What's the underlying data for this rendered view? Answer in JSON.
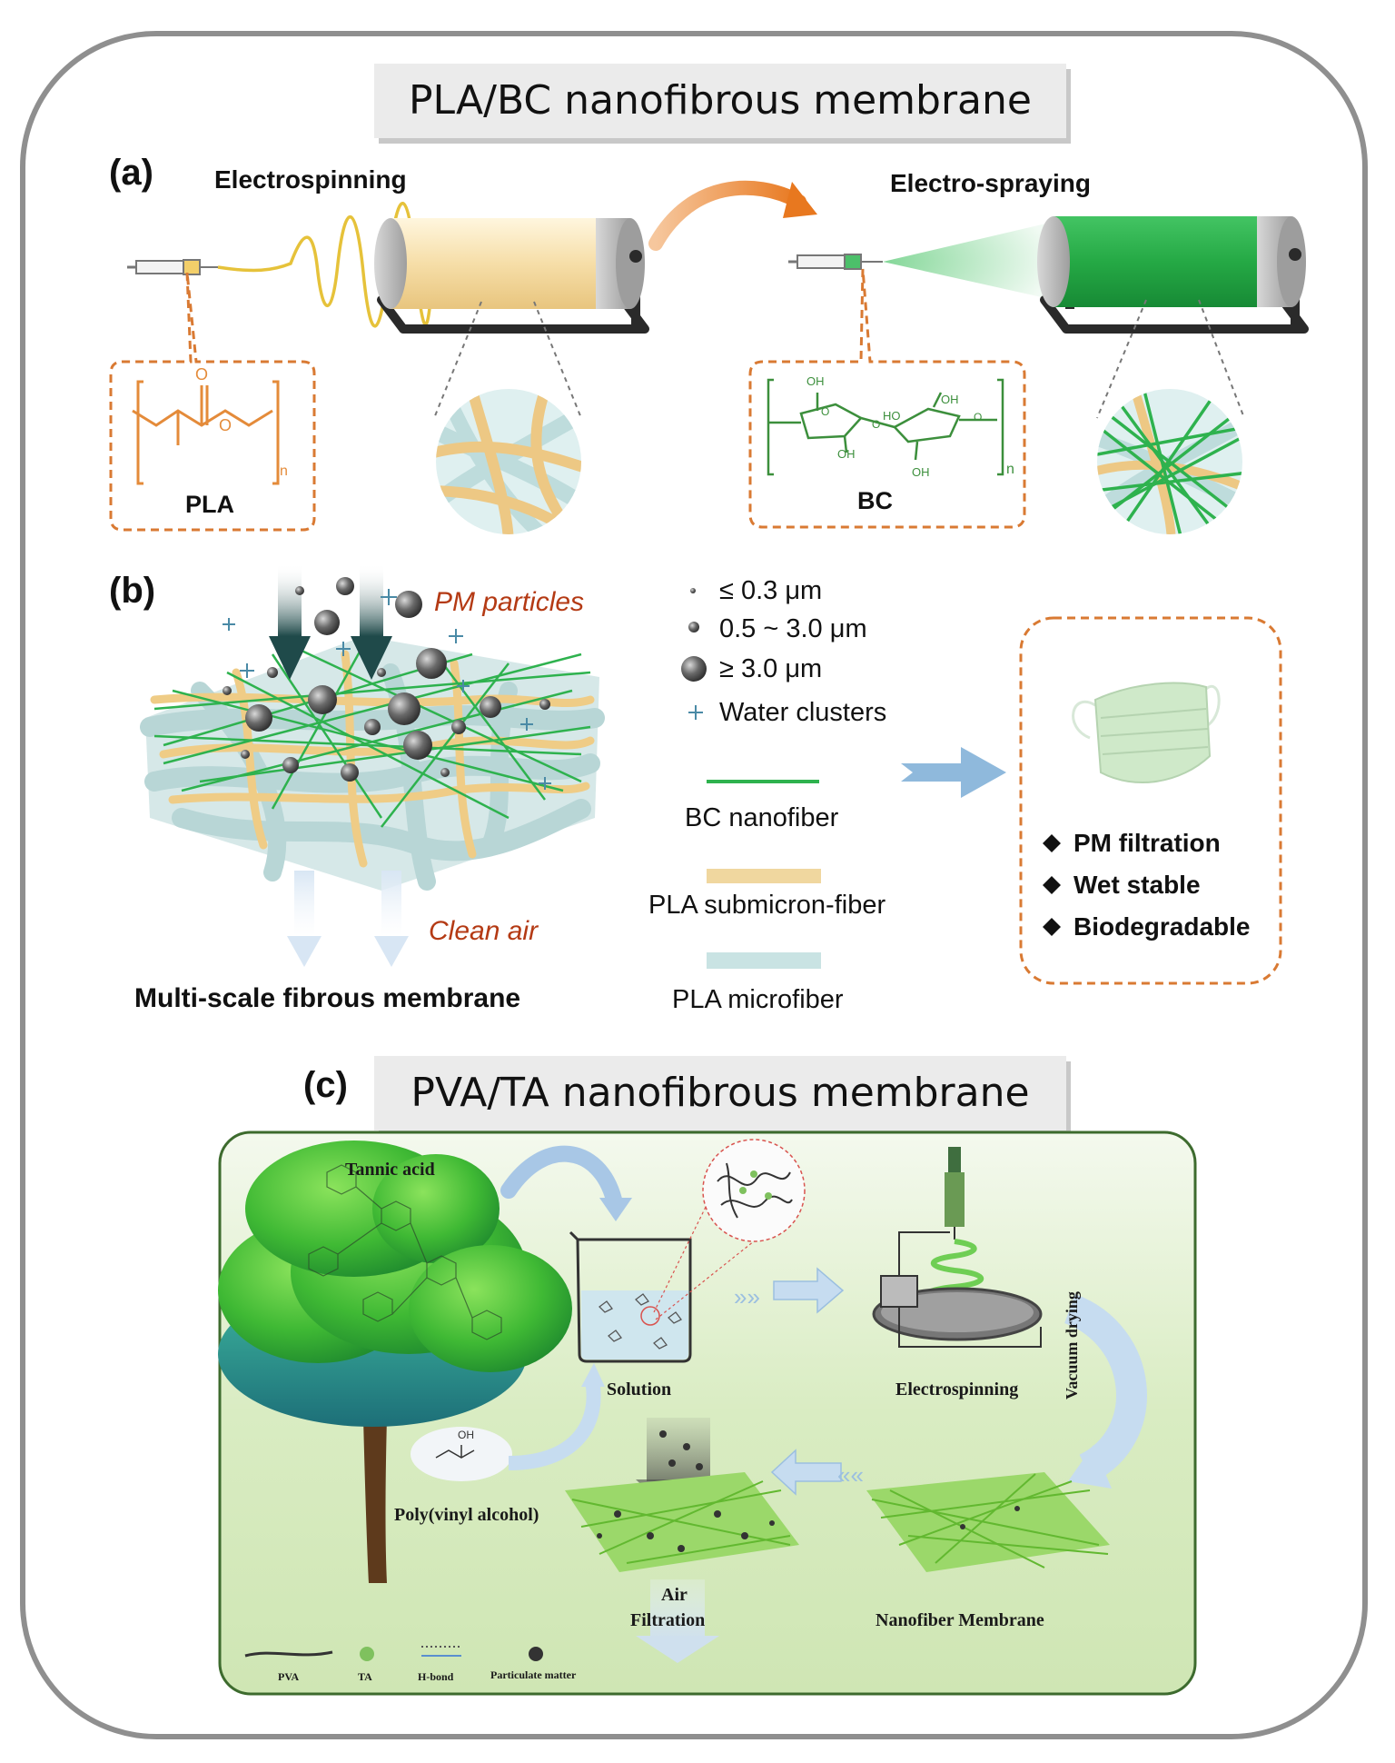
{
  "panel_a": {
    "title": "PLA/BC nanofibrous membrane",
    "label": "(a)",
    "left_process": "Electrospinning",
    "right_process": "Electro-spraying",
    "left_polymer": "PLA",
    "right_polymer": "BC",
    "subscript": "n",
    "bc_groups": [
      "OH",
      "OH",
      "HO",
      "OH",
      "OH",
      "O",
      "O",
      "O"
    ]
  },
  "panel_b": {
    "label": "(b)",
    "pm_particles": "PM particles",
    "clean_air": "Clean air",
    "membrane_caption": "Multi-scale fibrous membrane",
    "legend": {
      "small": "≤ 0.3 μm",
      "medium": "0.5 ~ 3.0 μm",
      "large": "≥ 3.0 μm",
      "water": "Water clusters",
      "bc": "BC nanofiber",
      "submicron": "PLA submicron-fiber",
      "micro": "PLA microfiber"
    },
    "features": [
      "PM filtration",
      "Wet stable",
      "Biodegradable"
    ]
  },
  "panel_c": {
    "label": "(c)",
    "title": "PVA/TA nanofibrous membrane",
    "tannic_acid": "Tannic acid",
    "solution": "Solution",
    "electrospinning": "Electrospinning",
    "vacuum_drying": "Vacuum drying",
    "pva_full": "Poly(vinyl alcohol)",
    "pva_oh": "OH",
    "air_line1": "Air",
    "air_line2": "Filtration",
    "nanofiber_membrane": "Nanofiber Membrane",
    "legend": [
      "PVA",
      "TA",
      "H-bond",
      "Particulate matter"
    ]
  },
  "colors": {
    "orange_dash": "#d97a33",
    "pla_yellow": "#f0cf8a",
    "bc_green": "#2eb24e",
    "pla_micro": "#c6e2e2",
    "arrow_blue": "#8fb9dc",
    "panel_c_bg": "#d9ecc2"
  }
}
